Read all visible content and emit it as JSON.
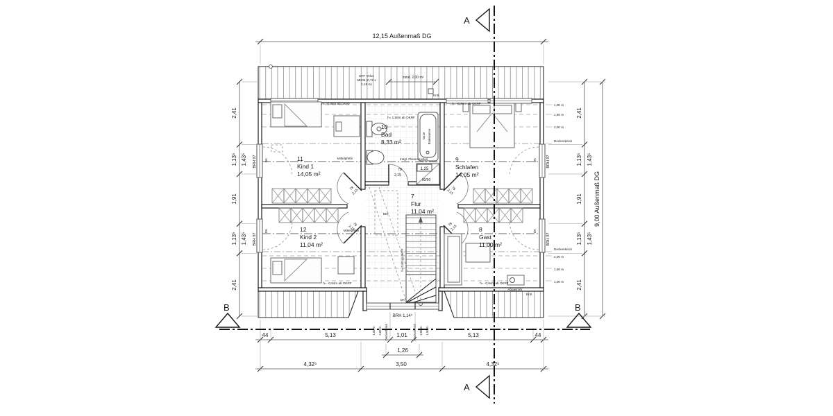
{
  "sections": {
    "a": "A",
    "b": "B"
  },
  "dims": {
    "top_outer": "12,15 Außenmaß DG",
    "right_outer": "9,00 Außenmaß DG",
    "chain": [
      "2,41",
      "1,13⁵",
      "1,91",
      "1,13⁵",
      "2,41"
    ],
    "chain_alt": "1,43⁵",
    "bottom1": [
      "44",
      "5,13",
      "1,01",
      "5,13",
      "44"
    ],
    "bottom1_sub": "1,26",
    "bottom2": [
      "4,32⁵",
      "3,50",
      "4,32⁵"
    ],
    "velux_dim": "mind. 2,00 m²"
  },
  "heights_right_top": [
    "1,00 m",
    "1,50 m",
    "2,00 m",
    "Deckenknick"
  ],
  "heights_right_bottom": [
    "Deckenknick",
    "2,00 m",
    "1,50 m",
    "1,00 m"
  ],
  "heights_bay_left": [
    "1,50 m",
    "2,00 m",
    "Deckenknick"
  ],
  "heights_bay_right": [
    "Deckenknick",
    "2,00 m",
    "1,50 m"
  ],
  "rooms": {
    "kind1": {
      "no": "11",
      "name": "Kind 1",
      "area": "14,05 m²"
    },
    "bad": {
      "no": "10",
      "name": "Bad",
      "area": "8,33 m²"
    },
    "schlafen": {
      "no": "9",
      "name": "Schlafen",
      "area": "14,05 m²"
    },
    "kind2": {
      "no": "12",
      "name": "Kind 2",
      "area": "11,04 m²"
    },
    "flur": {
      "no": "7",
      "name": "Flur",
      "area": "11,04 m²"
    },
    "gast": {
      "no": "8",
      "name": "Gast",
      "area": "11,00 m²"
    }
  },
  "ann": {
    "velux1": "DFF Velux",
    "velux2": "MK06 (0,78 x",
    "velux3": "1,18 m)",
    "entl": "Entl.",
    "okrf_neg": "h= -0,94m ab OKRF",
    "okrf_bad": "h= 1,50m ab OKRF",
    "okff_stair": "h= 0,90 ab OKFF",
    "fliesen": "mögl. Fliesensockel",
    "mittelpfette": "Mittelpfette",
    "brh97": "BRH 97",
    "brh114": "BRH 1,14⁵",
    "dk": "DK",
    "bkt": "BKT",
    "shower": "90/90",
    "shower_dim": "1,25",
    "door_w": "78",
    "door_h": "2,15",
    "tub1": "kurze",
    "tub2": "Badewanne",
    "abgas": "Abgasrohr"
  }
}
